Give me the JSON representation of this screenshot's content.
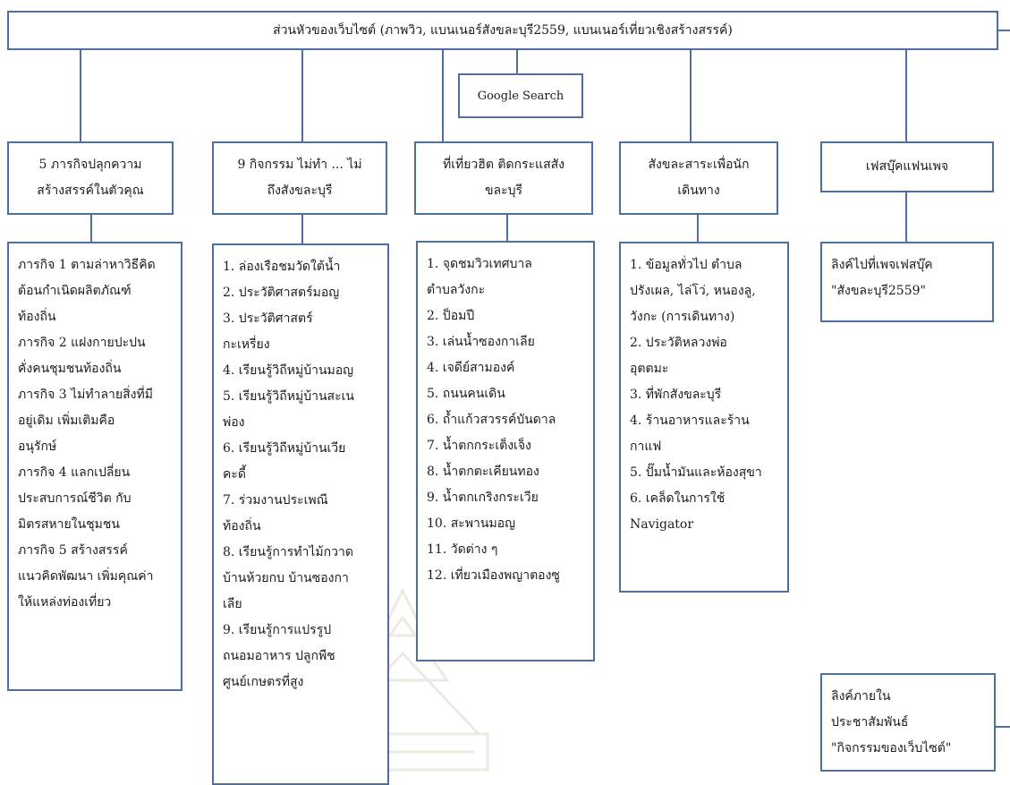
{
  "colors": {
    "box_border": "#4f6fa0",
    "connector": "#4f6fa0",
    "background": "#ffffff"
  },
  "top": {
    "label": "ส่วนหัวของเว็บไซต์ (ภาพวิว, แบนเนอร์สังขละบุรี2559, แบนเนอร์เที่ยวเชิงสร้างสรรค์)"
  },
  "search": {
    "label": "Google Search"
  },
  "sections": [
    {
      "title": "5 ภารกิจปลุกความ\nสร้างสรรค์ในตัวคุณ",
      "items": [
        "ภารกิจ 1 ตามล่าหาวิธีคิด\nต้อนกำเนิดผลิตภัณฑ์\nท้องถิ่น",
        "ภารกิจ 2 แฝงกายปะปน\nคั่งคนชุมชนท้องถิ่น",
        "ภารกิจ 3 ไม่ทำลายสิ่งที่มี\nอยู่เดิม เพิ่มเติมคือ\nอนุรักษ์",
        "ภารกิจ 4 แลกเปลี่ยน\nประสบการณ์ชีวิต กับ\nมิตรสหายในชุมชน",
        "ภารกิจ 5 สร้างสรรค์\nแนวคิดพัฒนา เพิ่มคุณค่า\nให้แหล่งท่องเที่ยว"
      ]
    },
    {
      "title": "9 กิจกรรม ไม่ทำ ... ไม่\nถึงสังขละบุรี",
      "items": [
        "1. ล่องเรือชมวัดใต้น้ำ",
        "2. ประวัติศาสตร์มอญ",
        "3. ประวัติศาสตร์\nกะเหรี่ยง",
        "4. เรียนรู้วิถีหมู่บ้านมอญ",
        "5. เรียนรู้วิถีหมู่บ้านสะเน\nพ่อง",
        "6. เรียนรู้วิถีหมู่บ้านเวีย\nคะดี้",
        "7. ร่วมงานประเพณี\nท้องถิ่น",
        "8. เรียนรู้การทำไม้กวาด\nบ้านห้วยกบ บ้านซองกา\nเลีย",
        "9. เรียนรู้การแปรรูป\nถนอมอาหาร ปลูกพืช\nศูนย์เกษตรที่สูง"
      ]
    },
    {
      "title": "ที่เที่ยวฮิต ติดกระแสสัง\nขละบุรี",
      "items": [
        "1. จุดชมวิวเทศบาล\nตำบลวังกะ",
        "2. ป็อมปี",
        "3. เล่นน้ำซองกาเลีย",
        "4. เจดีย์สามองค์",
        "5. ถนนคนเดิน",
        "6. ถ้ำแก้วสวรรค์บันดาล",
        "7. น้ำตกกระเต็งเจ็ง",
        "8. น้ำตกตะเคียนทอง",
        "9. น้ำตกเกริงกระเวีย",
        "10. สะพานมอญ",
        "11. วัดต่าง ๆ",
        "12. เที่ยวเมืองพญาตองซู"
      ]
    },
    {
      "title": "สังขละสาระเพื่อนัก\nเดินทาง",
      "items": [
        "1. ข้อมูลทั่วไป ตำบล\nปรังเผล, ไล่โว่, หนองลู,\nวังกะ (การเดินทาง)",
        "2. ประวัติหลวงพ่อ\nอุตตมะ",
        "3. ที่พักสังขละบุรี",
        "4. ร้านอาหารและร้าน\nกาแฟ",
        "5. ปั๊มน้ำมันและห้องสุขา",
        "6. เคล็ดในการใช้\nNavigator"
      ]
    },
    {
      "title": "เฟสบุ๊คแฟนเพจ",
      "items": [
        "ลิงค์ไปที่เพจเฟสบุ๊ค\n\"สังขละบุรี2559\""
      ]
    }
  ],
  "internal_link": {
    "text": "ลิงค์ภายใน\nประชาสัมพันธ์\n\"กิจกรรมของเว็บไซต์\""
  }
}
